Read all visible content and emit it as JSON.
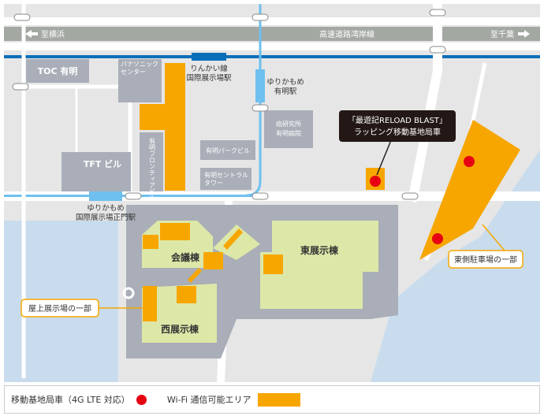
{
  "colors": {
    "wifi": "#f7a600",
    "station": "#e60012",
    "rinkai": "#0a6fba",
    "yurikamome": "#6fc0ee",
    "water": "#c8dced",
    "building": "#a9aeb8",
    "venue": "#dde8a8"
  },
  "roads": {
    "to_yokohama": "至横浜",
    "highway": "高速道路湾岸線",
    "to_chiba": "至千葉"
  },
  "buildings": {
    "toc": "TOC 有明",
    "panasonic": [
      "パナソニック",
      "センター"
    ],
    "tft": "TFT ビル",
    "frontier": "有明フロンティアビル",
    "cancer": [
      "癌研究所",
      "有明病院"
    ],
    "park": "有明パークビル",
    "central": [
      "有明セントラル",
      "タワー"
    ]
  },
  "stations": {
    "rinkai": [
      "りんかい線",
      "国際展示場駅"
    ],
    "ariake": [
      "ゆりかもめ",
      "有明駅"
    ],
    "seimon": [
      "ゆりかもめ",
      "国際展示場正門駅"
    ]
  },
  "halls": {
    "conference": "会議棟",
    "east": "東展示棟",
    "west": "西展示棟"
  },
  "callouts": {
    "mobile": [
      "「最遊記RELOAD BLAST」",
      "ラッピング移動基地局車"
    ],
    "rooftop": "屋上展示場の一部",
    "east_parking": "東側駐車場の一部"
  },
  "legend": {
    "station": "移動基地局車（4G LTE 対応）",
    "wifi": "Wi-Fi 通信可能エリア"
  }
}
